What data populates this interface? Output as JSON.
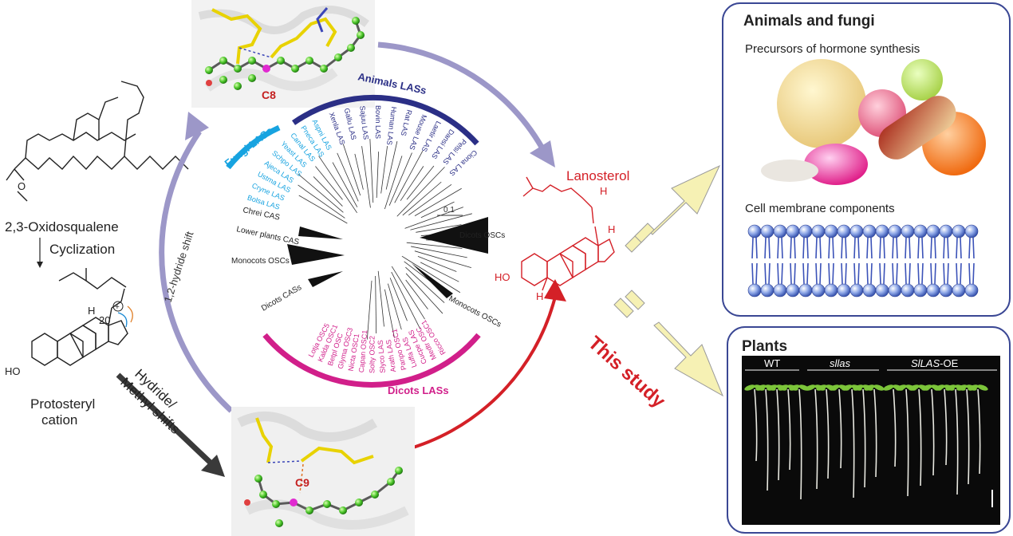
{
  "left": {
    "oxido_label": "2,3-Oxidosqualene",
    "cyclization_label": "Cyclization",
    "protosteryl_line1": "Protosteryl",
    "protosteryl_line2": "cation",
    "num_20": "20",
    "label_H": "H",
    "label_HO": "HO",
    "label_O": "O",
    "hydride_shift_label": "1,2-hydride shift",
    "methyl_shift_line1": "Hydride/",
    "methyl_shift_line2": "Methyl shifts"
  },
  "structures": {
    "c8_label": "C8",
    "c9_label": "C9"
  },
  "tree": {
    "animals_label": "Animals LASs",
    "fungi_label": "Fungi LASs",
    "dicots_label": "Dicots LASs",
    "scale_label": "0.1",
    "clades": {
      "dicots_oscs": "Dicots OSCs",
      "monocots_oscs_right": "Monocots OSCs",
      "monocots_oscs_left": "Monocots OSCs",
      "lower_plants_cas": "Lower plants CAS",
      "chrei_cas": "Chrei CAS",
      "dicots_cas": "Dicots CASs"
    },
    "animal_leaves": [
      "Ciona LAS",
      "Pelsi LAS",
      "Dansi LAS",
      "Laetir LAS",
      "Mouse LAS",
      "Rat LAS",
      "Human LAS",
      "Bovin LAS",
      "Sajuu LAS",
      "Gallu LAS",
      "Xenla LAS"
    ],
    "fungi_leaves": [
      "Aspni LAS",
      "Pneca LAS",
      "Canal LAS",
      "Yeast LAS",
      "Schpo LAS",
      "Ajeca LAS",
      "Ustma LAS",
      "Cryne LAS",
      "Bolsa LAS"
    ],
    "dicot_leaves": [
      "Ricco OSC1",
      "Medtr OSC",
      "Cucpe LAS",
      "Luffa LAS",
      "Panpo OSC1",
      "Arath LAS",
      "Slyco LAS",
      "Solty OSC2",
      "Capan OSC1",
      "Nicta OSC1",
      "Glyma OSC3",
      "Betpl OSC",
      "Kalda OSC1",
      "Lotja OSC5"
    ]
  },
  "lanosterol": {
    "title": "Lanosterol",
    "label_H1": "H",
    "label_H2": "H",
    "label_H3": "H",
    "label_HO": "HO"
  },
  "this_study": "This study",
  "animals_box": {
    "title": "Animals and fungi",
    "precursors_label": "Precursors of hormone synthesis",
    "membrane_label": "Cell membrane components"
  },
  "plants_box": {
    "title": "Plants",
    "wt_label": "WT",
    "sllas_label": "sllas",
    "oe_italic": "SlLAS",
    "oe_suffix": "-OE"
  },
  "colors": {
    "animals": "#2b2f86",
    "fungi": "#17a3e0",
    "dicots": "#d11f8a",
    "lanosterol": "#d42027",
    "arrow_purple": "#9c97c8",
    "arrow_red": "#d42027",
    "box_border": "#3a4794",
    "arrow_yellow": "#f6f1b4"
  }
}
